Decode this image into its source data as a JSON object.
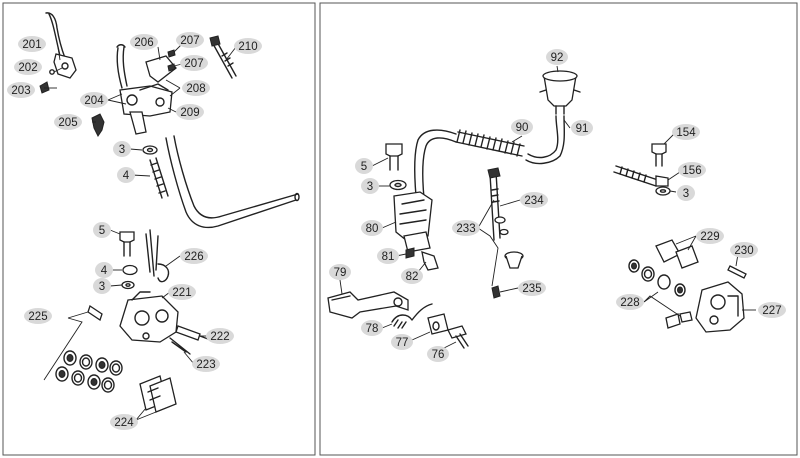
{
  "callouts": {
    "left": {
      "c201": "201",
      "c202": "202",
      "c203": "203",
      "c204": "204",
      "c205": "205",
      "c206": "206",
      "c207a": "207",
      "c207b": "207",
      "c208": "208",
      "c209": "209",
      "c210": "210",
      "c3a": "3",
      "c4a": "4",
      "c5a": "5",
      "c4b": "4",
      "c3b": "3",
      "c226": "226",
      "c221": "221",
      "c225": "225",
      "c222": "222",
      "c223": "223",
      "c224": "224"
    },
    "right": {
      "c92": "92",
      "c90": "90",
      "c91": "91",
      "c5": "5",
      "c3a": "3",
      "c80": "80",
      "c81": "81",
      "c82": "82",
      "c234": "234",
      "c233": "233",
      "c235": "235",
      "c79": "79",
      "c78": "78",
      "c77": "77",
      "c76": "76",
      "c154": "154",
      "c156": "156",
      "c3b": "3",
      "c229": "229",
      "c230": "230",
      "c228": "228",
      "c227": "227"
    }
  }
}
